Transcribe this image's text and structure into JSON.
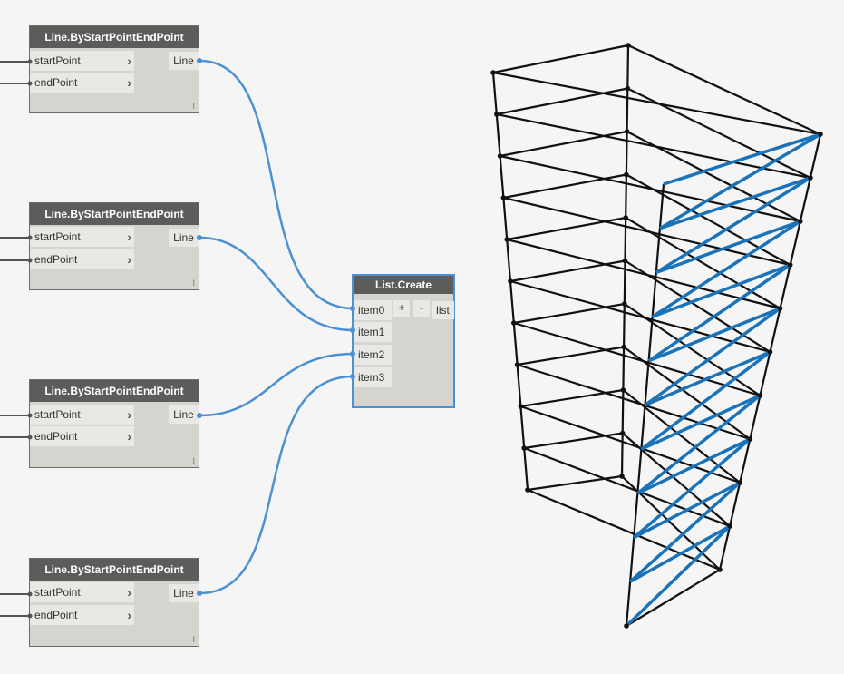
{
  "nodes": [
    {
      "title": "Line.ByStartPointEndPoint",
      "inputs": [
        "startPoint",
        "endPoint"
      ],
      "output": "Line",
      "lacing": "I"
    },
    {
      "title": "Line.ByStartPointEndPoint",
      "inputs": [
        "startPoint",
        "endPoint"
      ],
      "output": "Line",
      "lacing": "I"
    },
    {
      "title": "Line.ByStartPointEndPoint",
      "inputs": [
        "startPoint",
        "endPoint"
      ],
      "output": "Line",
      "lacing": "I"
    },
    {
      "title": "Line.ByStartPointEndPoint",
      "inputs": [
        "startPoint",
        "endPoint"
      ],
      "output": "Line",
      "lacing": "I"
    }
  ],
  "list_create": {
    "title": "List.Create",
    "inputs": [
      "item0",
      "item1",
      "item2",
      "item3"
    ],
    "add_label": "+",
    "remove_label": "-",
    "output": "list"
  },
  "colors": {
    "canvas": "#f5f5f5",
    "wire": "#4a90d2",
    "node_header": "#5e5c5a",
    "selected_border": "#4a90d2",
    "geometry_black": "#111111",
    "geometry_blue": "#1a73b8"
  }
}
